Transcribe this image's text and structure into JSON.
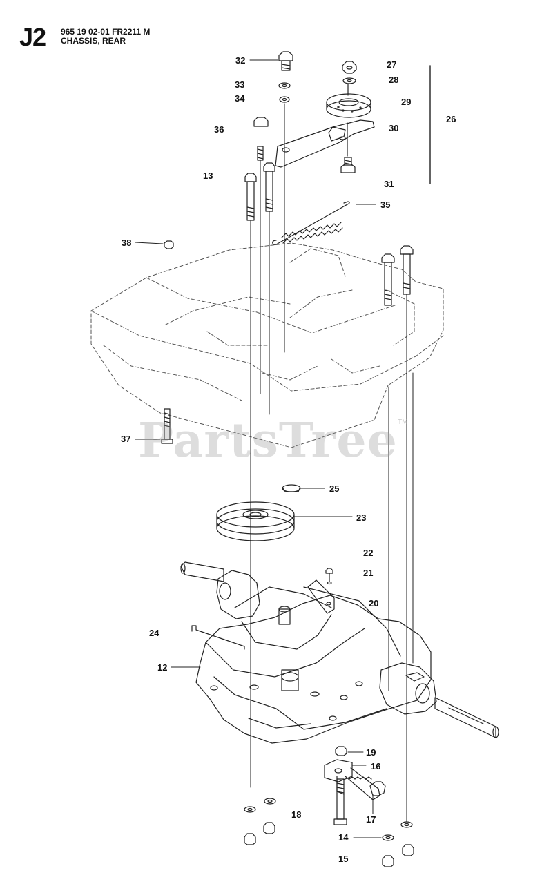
{
  "header": {
    "code": "J2",
    "line1": "965 19 02-01 FR2211 M",
    "line2": "CHASSIS, REAR"
  },
  "watermark": {
    "text": "PartsTree",
    "tm": "TM"
  },
  "callouts": {
    "n12": "12",
    "n13": "13",
    "n14": "14",
    "n15": "15",
    "n16": "16",
    "n17": "17",
    "n18": "18",
    "n19": "19",
    "n20": "20",
    "n21": "21",
    "n22": "22",
    "n23": "23",
    "n24": "24",
    "n25": "25",
    "n26": "26",
    "n27": "27",
    "n28": "28",
    "n29": "29",
    "n30": "30",
    "n31": "31",
    "n32": "32",
    "n33": "33",
    "n34": "34",
    "n35": "35",
    "n36": "36",
    "n37": "37",
    "n38": "38"
  }
}
